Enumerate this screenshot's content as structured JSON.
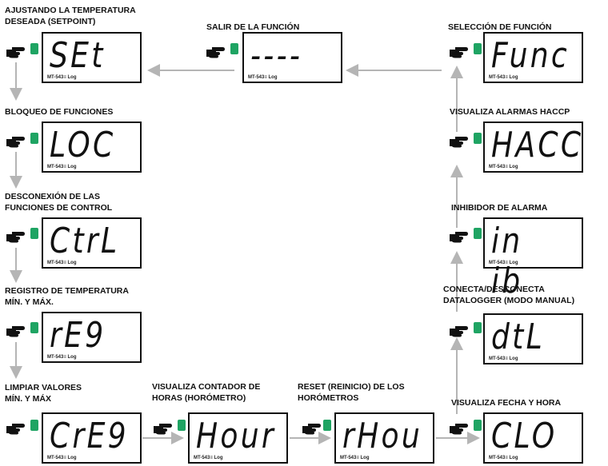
{
  "model_label": "MT-543≡ Log",
  "nodes": [
    {
      "id": "set",
      "label": "AJUSTANDO LA TEMPERATURA\nDESEADA (SETPOINT)",
      "display": "SEt"
    },
    {
      "id": "loc",
      "label": "BLOQUEO DE FUNCIONES",
      "display": "LOC"
    },
    {
      "id": "ctrl",
      "label": "DESCONEXIÓN DE LAS\nFUNCIONES DE CONTROL",
      "display": "CtrL"
    },
    {
      "id": "reg",
      "label": "REGISTRO DE TEMPERATURA\nMÍN. Y MÁX.",
      "display": "rE9"
    },
    {
      "id": "creg",
      "label": "LIMPIAR VALORES\nMÍN. Y MÁX",
      "display": "CrE9"
    },
    {
      "id": "hour",
      "label": "VISUALIZA CONTADOR DE\nHORAS (HORÓMETRO)",
      "display": "Hour"
    },
    {
      "id": "rhou",
      "label": "RESET (REINICIO) DE LOS\nHORÓMETROS",
      "display": "rHou"
    },
    {
      "id": "clo",
      "label": "VISUALIZA FECHA Y HORA",
      "display": "CLO"
    },
    {
      "id": "dtl",
      "label": "CONECTA/DESCONECTA\nDATALOGGER (MODO MANUAL)",
      "display": "dtL"
    },
    {
      "id": "inib",
      "label": "INHIBIDOR DE ALARMA",
      "display": "in ib"
    },
    {
      "id": "hacc",
      "label": "VISUALIZA ALARMAS HACCP",
      "display": "HACC"
    },
    {
      "id": "func",
      "label": "SELECCIÓN DE FUNCIÓN",
      "display": "Func"
    },
    {
      "id": "exit",
      "label": "SALIR DE LA FUNCIÓN",
      "display": "----"
    }
  ],
  "colors": {
    "arrow": "#b5b5b5",
    "key": "#1fa463",
    "frame": "#111111"
  }
}
